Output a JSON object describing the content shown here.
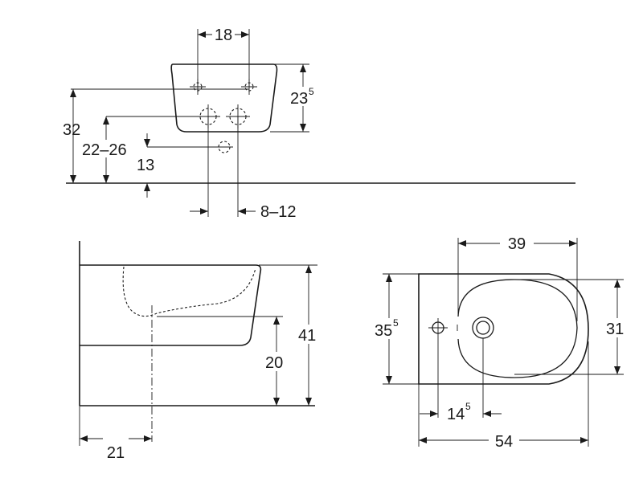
{
  "dimensions": {
    "top_view": {
      "d18": "18",
      "d23": "23",
      "d23_sup": "5",
      "d32": "32",
      "d22_26": "22–26",
      "d13": "13",
      "d8_12": "8–12"
    },
    "side_view": {
      "d41": "41",
      "d20": "20",
      "d21": "21"
    },
    "plan_view": {
      "d39": "39",
      "d35": "35",
      "d35_sup": "5",
      "d31": "31",
      "d14": "14",
      "d14_sup": "5",
      "d54": "54"
    }
  }
}
